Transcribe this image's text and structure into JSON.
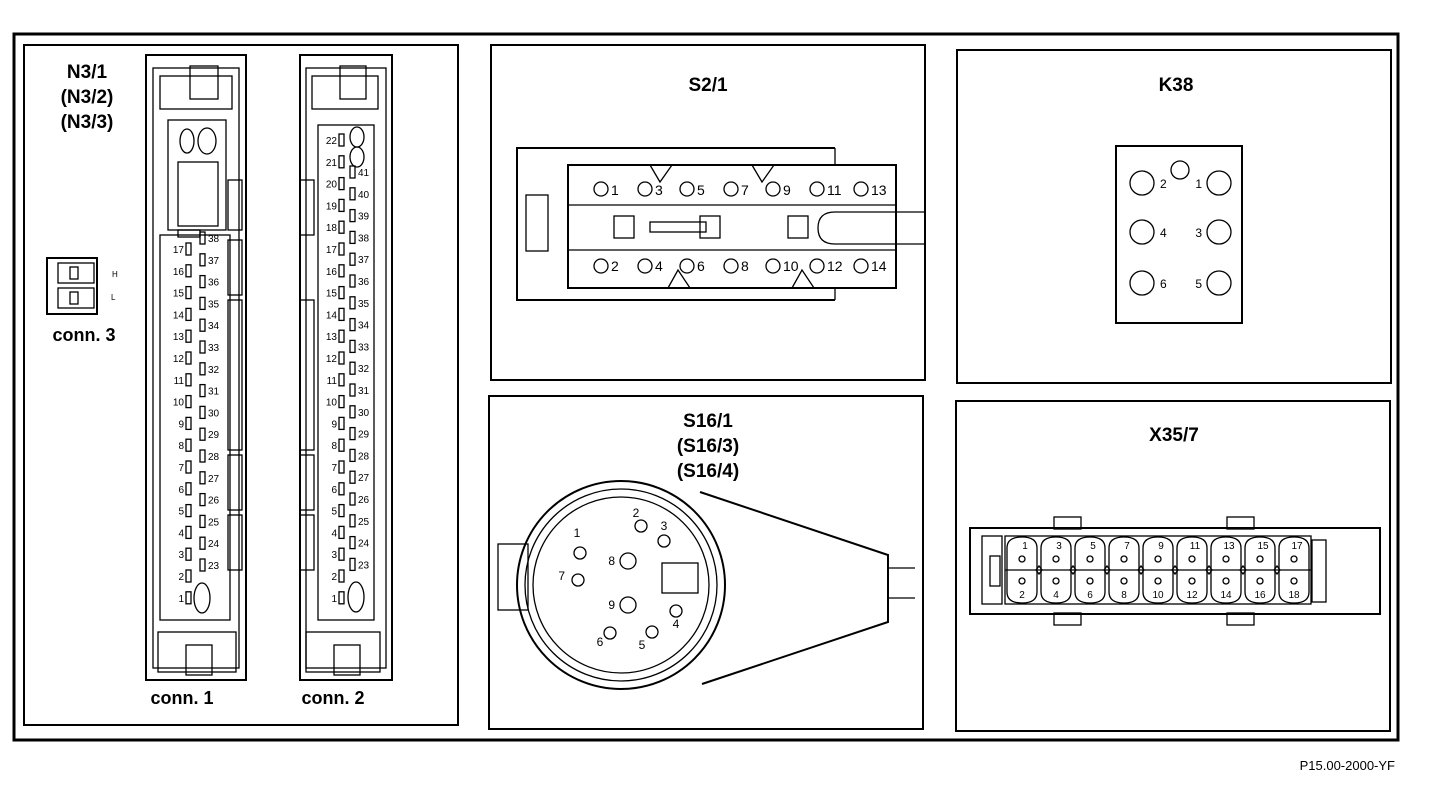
{
  "diagram_code": "P15.00-2000-YF",
  "panel_ecu": {
    "title_lines": [
      "N3/1",
      "(N3/2)",
      "(N3/3)"
    ],
    "conn3_label": "conn. 3",
    "conn3_pins": [
      "H",
      "L"
    ],
    "conn1_label": "conn. 1",
    "conn2_label": "conn. 2",
    "conn1_left_pins": [
      "17",
      "16",
      "15",
      "14",
      "13",
      "12",
      "11",
      "10",
      "9",
      "8",
      "7",
      "6",
      "5",
      "4",
      "3",
      "2",
      "1"
    ],
    "conn1_right_pins": [
      "38",
      "37",
      "36",
      "35",
      "34",
      "33",
      "32",
      "31",
      "30",
      "29",
      "28",
      "27",
      "26",
      "25",
      "24",
      "23"
    ],
    "conn2_left_pins": [
      "22",
      "21",
      "20",
      "19",
      "18",
      "17",
      "16",
      "15",
      "14",
      "13",
      "12",
      "11",
      "10",
      "9",
      "8",
      "7",
      "6",
      "5",
      "4",
      "3",
      "2",
      "1"
    ],
    "conn2_right_pins": [
      "41",
      "40",
      "39",
      "38",
      "37",
      "36",
      "35",
      "34",
      "33",
      "32",
      "31",
      "30",
      "29",
      "28",
      "27",
      "26",
      "25",
      "24",
      "23"
    ]
  },
  "panel_s21": {
    "title": "S2/1",
    "top_pins": [
      "1",
      "3",
      "5",
      "7",
      "9",
      "11",
      "13"
    ],
    "bottom_pins": [
      "2",
      "4",
      "6",
      "8",
      "10",
      "12",
      "14"
    ]
  },
  "panel_k38": {
    "title": "K38",
    "pins": [
      "2",
      "1",
      "4",
      "3",
      "6",
      "5"
    ]
  },
  "panel_s161": {
    "title_lines": [
      "S16/1",
      "(S16/3)",
      "(S16/4)"
    ],
    "pins": [
      "1",
      "2",
      "3",
      "8",
      "7",
      "9",
      "4",
      "6",
      "5"
    ]
  },
  "panel_x357": {
    "title": "X35/7",
    "top_pins": [
      "1",
      "3",
      "5",
      "7",
      "9",
      "11",
      "13",
      "15",
      "17"
    ],
    "bottom_pins": [
      "2",
      "4",
      "6",
      "8",
      "10",
      "12",
      "14",
      "16",
      "18"
    ]
  }
}
